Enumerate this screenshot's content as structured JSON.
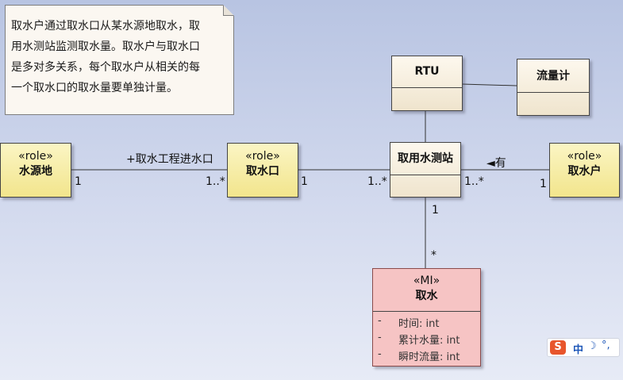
{
  "note": {
    "lines": [
      "取水户通过取水口从某水源地取水，取",
      "用水测站监测取水量。取水户与取水口",
      "是多对多关系，每个取水户从相关的每",
      "一个取水口的取水量要单独计量。"
    ]
  },
  "classes": {
    "rtu": {
      "name": "RTU"
    },
    "flowmeter": {
      "name": "流量计"
    },
    "source": {
      "stereotype": "«role»",
      "name": "水源地"
    },
    "intake": {
      "stereotype": "«role»",
      "name": "取水口"
    },
    "station": {
      "name": "取用水测站"
    },
    "user": {
      "stereotype": "«role»",
      "name": "取水户"
    },
    "withdrawal": {
      "stereotype": "«MI»",
      "name": "取水",
      "attributes": [
        {
          "vis": "-",
          "text": "时间:  int"
        },
        {
          "vis": "-",
          "text": "累计水量:  int"
        },
        {
          "vis": "-",
          "text": "瞬时流量:  int"
        }
      ]
    }
  },
  "associations": {
    "source_intake": {
      "role": "+取水工程进水口",
      "mult_source": "1",
      "mult_intake": "1..*"
    },
    "intake_station": {
      "mult_intake": "1",
      "mult_station": "1..*"
    },
    "station_user": {
      "name": "◄有",
      "mult_station": "1..*",
      "mult_user": "1"
    },
    "station_withdrawal": {
      "mult_station": "1",
      "mult_withdrawal": "*"
    }
  },
  "ime": {
    "logo": "S",
    "mode": "中",
    "moon": "☽",
    "punct": "°,"
  }
}
